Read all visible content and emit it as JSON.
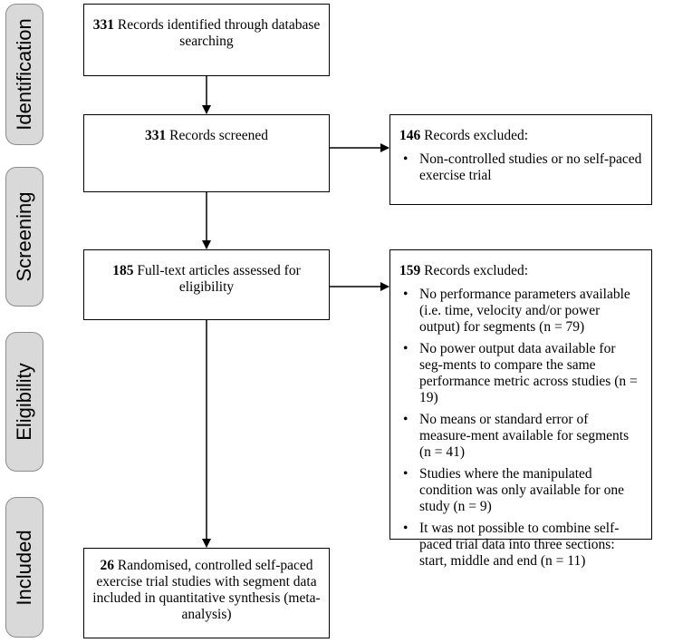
{
  "stages": {
    "identification": "Identification",
    "screening": "Screening",
    "eligibility": "Eligibility",
    "included": "Included"
  },
  "identified": {
    "count": "331",
    "text": "Records identified through database searching"
  },
  "screened": {
    "count": "331",
    "text": "Records screened"
  },
  "excluded1": {
    "count": "146",
    "text": "Records excluded:",
    "items": [
      "Non-controlled studies or no self-paced exercise trial"
    ]
  },
  "fulltext": {
    "count": "185",
    "text": "Full-text articles assessed for eligibility"
  },
  "excluded2": {
    "count": "159",
    "text": "Records excluded:",
    "items": [
      "No performance parameters available (i.e. time, velocity and/or power output) for segments (n = 79)",
      "No power output data available for seg-ments to compare the same performance metric across studies (n = 19)",
      "No means or standard error of measure-ment available for segments (n = 41)",
      "Studies where the manipulated condition was only available for one study (n = 9)",
      "It was not possible to combine self-paced trial data into three sections: start, middle and end (n = 11)"
    ]
  },
  "included": {
    "count": "26",
    "text": "Randomised, controlled self-paced exercise trial studies with segment data included in quantitative synthesis (meta-analysis)"
  }
}
